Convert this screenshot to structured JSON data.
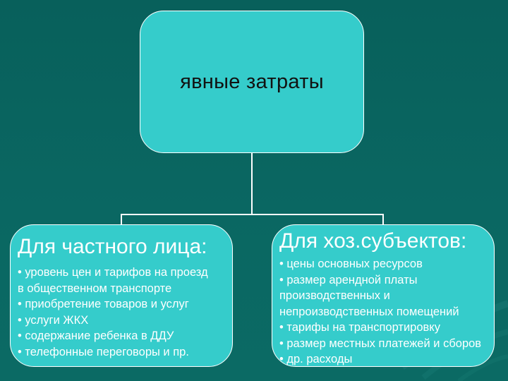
{
  "root": {
    "label": "явные затраты"
  },
  "branches": [
    {
      "title": "Для частного лица:",
      "items": [
        "• уровень цен и тарифов на проезд",
        "в общественном транспорте",
        "• приобретение товаров и услуг",
        "• услуги ЖКХ",
        "• содержание ребенка в ДДУ",
        "• телефонные переговоры и пр."
      ]
    },
    {
      "title": "Для хоз.субъектов:",
      "items": [
        "• цены основных ресурсов",
        "• размер арендной платы",
        "производственных и",
        "непроизводственных помещений",
        "• тарифы на транспортировку",
        "• размер местных платежей и сборов",
        "• др. расходы"
      ]
    }
  ],
  "colors": {
    "background": "#08605b",
    "box_fill": "#35cccb",
    "box_border": "#ffffff",
    "root_text": "#111111",
    "branch_text": "#ffffff"
  }
}
